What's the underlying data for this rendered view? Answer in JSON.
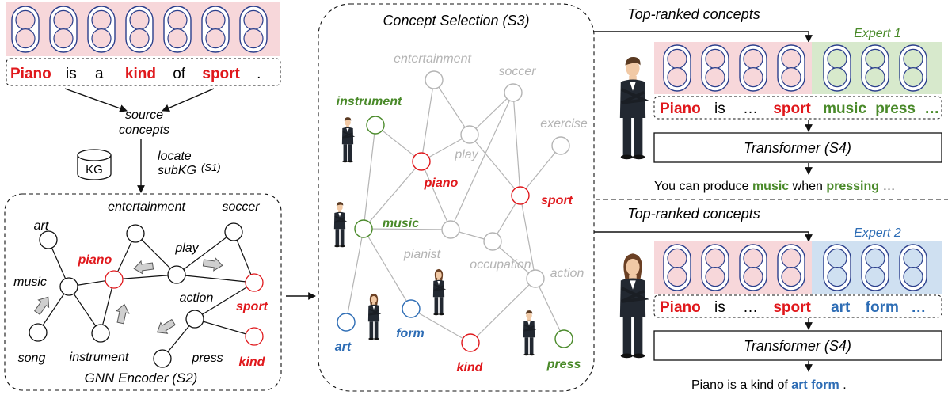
{
  "colors": {
    "red": "#e0181c",
    "green": "#4a8a2a",
    "blue": "#2e6db5",
    "gray": "#b4b4b4",
    "token_bg_pink": "#f7d7da",
    "token_bg_green": "#d7e9cc",
    "token_bg_blue": "#cfe0f1",
    "token_stroke": "#2b3f8c"
  },
  "source": {
    "sentence": [
      {
        "text": "Piano",
        "color": "red",
        "bold": true
      },
      {
        "text": "is",
        "color": "black",
        "bold": false
      },
      {
        "text": "a",
        "color": "black",
        "bold": false
      },
      {
        "text": "kind",
        "color": "red",
        "bold": true
      },
      {
        "text": "of",
        "color": "black",
        "bold": false
      },
      {
        "text": "sport",
        "color": "red",
        "bold": true
      },
      {
        "text": ".",
        "color": "black",
        "bold": false
      }
    ],
    "concepts_label_line1": "source",
    "concepts_label_line2": "concepts",
    "kg_label": "KG",
    "locate_line1": "locate",
    "locate_line2": "subKG",
    "locate_step": "(S1)"
  },
  "gnn": {
    "caption": "GNN Encoder (S2)",
    "nodes": {
      "art": "art",
      "entertainment": "entertainment",
      "soccer": "soccer",
      "play": "play",
      "piano": "piano",
      "music": "music",
      "action": "action",
      "sport": "sport",
      "song": "song",
      "instrument": "instrument",
      "press": "press",
      "kind": "kind"
    }
  },
  "selection": {
    "title": "Concept Selection (S3)",
    "nodes": {
      "entertainment": "entertainment",
      "soccer": "soccer",
      "instrument": "instrument",
      "exercise": "exercise",
      "play": "play",
      "piano": "piano",
      "sport": "sport",
      "music": "music",
      "pianist": "pianist",
      "occupation": "occupation",
      "action": "action",
      "art": "art",
      "form": "form",
      "kind": "kind",
      "press": "press"
    }
  },
  "expert1": {
    "header": "Top-ranked concepts",
    "label": "Expert 1",
    "tokens": [
      {
        "text": "Piano",
        "color": "red"
      },
      {
        "text": "is",
        "color": "black"
      },
      {
        "text": "…",
        "color": "black"
      },
      {
        "text": "sport",
        "color": "red"
      },
      {
        "text": "music",
        "color": "green"
      },
      {
        "text": "press",
        "color": "green"
      },
      {
        "text": "…",
        "color": "green"
      }
    ],
    "transformer": "Transformer (S4)",
    "output": [
      {
        "text": "You can produce ",
        "color": "black",
        "bold": false
      },
      {
        "text": "music",
        "color": "green",
        "bold": true
      },
      {
        "text": " when ",
        "color": "black",
        "bold": false
      },
      {
        "text": "pressing",
        "color": "green",
        "bold": true
      },
      {
        "text": " …",
        "color": "black",
        "bold": false
      }
    ]
  },
  "expert2": {
    "header": "Top-ranked concepts",
    "label": "Expert 2",
    "tokens": [
      {
        "text": "Piano",
        "color": "red"
      },
      {
        "text": "is",
        "color": "black"
      },
      {
        "text": "…",
        "color": "black"
      },
      {
        "text": "sport",
        "color": "red"
      },
      {
        "text": "art",
        "color": "blue"
      },
      {
        "text": "form",
        "color": "blue"
      },
      {
        "text": "…",
        "color": "blue"
      }
    ],
    "transformer": "Transformer (S4)",
    "output": [
      {
        "text": "Piano is a kind of ",
        "color": "black",
        "bold": false
      },
      {
        "text": "art form",
        "color": "blue",
        "bold": true
      },
      {
        "text": " .",
        "color": "black",
        "bold": false
      }
    ]
  }
}
